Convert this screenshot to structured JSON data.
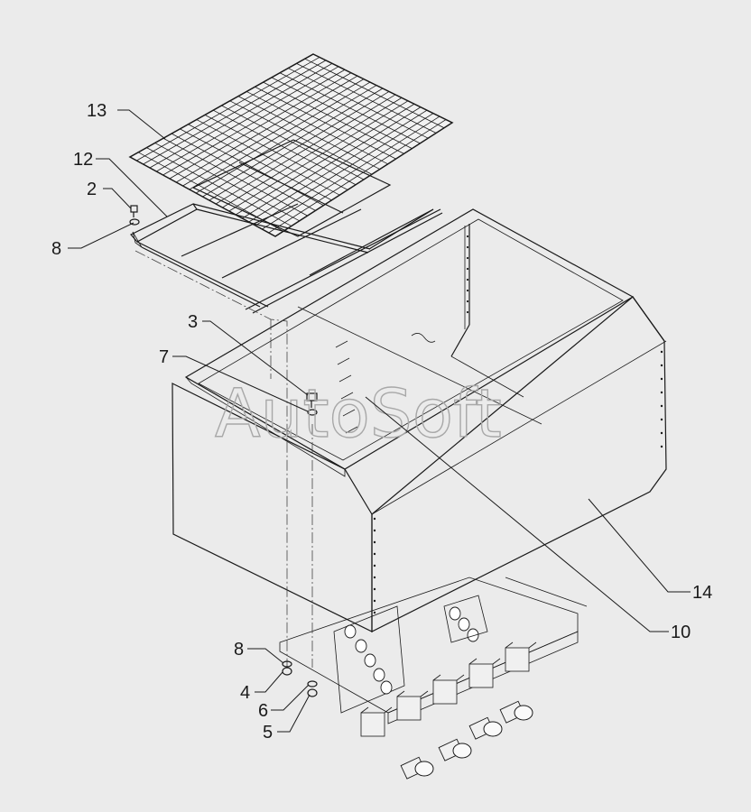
{
  "watermark": "AutoSoft",
  "callouts": [
    {
      "id": "c13",
      "label": "13"
    },
    {
      "id": "c12",
      "label": "12"
    },
    {
      "id": "c2",
      "label": "2"
    },
    {
      "id": "c8a",
      "label": "8"
    },
    {
      "id": "c3",
      "label": "3"
    },
    {
      "id": "c7",
      "label": "7"
    },
    {
      "id": "c14",
      "label": "14"
    },
    {
      "id": "c10",
      "label": "10"
    },
    {
      "id": "c8b",
      "label": "8"
    },
    {
      "id": "c4",
      "label": "4"
    },
    {
      "id": "c6",
      "label": "6"
    },
    {
      "id": "c5",
      "label": "5"
    }
  ]
}
